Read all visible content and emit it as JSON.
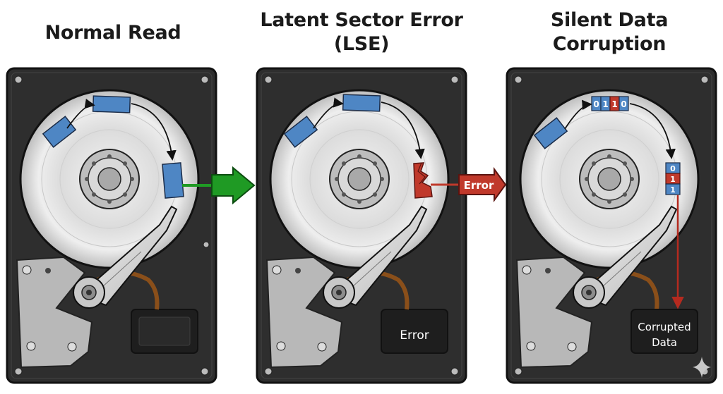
{
  "panels": [
    {
      "title_line1": "Normal Read",
      "title_line2": ""
    },
    {
      "title_line1": "Latent Sector Error",
      "title_line2": "(LSE)",
      "connector_label": "Error",
      "chip_label": "Error"
    },
    {
      "title_line1": "Silent Data",
      "title_line2": "Corruption",
      "chip_label_line1": "Corrupted",
      "chip_label_line2": "Data",
      "top_bits": [
        "0",
        "1",
        "1",
        "0"
      ],
      "target_bits": [
        "0",
        "1",
        "1"
      ]
    }
  ],
  "colors": {
    "sector_blue": "#4e86c4",
    "error_red": "#c0392b",
    "ok_green": "#1f9a24",
    "casing": "#2f2f2f",
    "platter": "#d6d6d6"
  },
  "icons": [
    "sparkle-icon"
  ]
}
